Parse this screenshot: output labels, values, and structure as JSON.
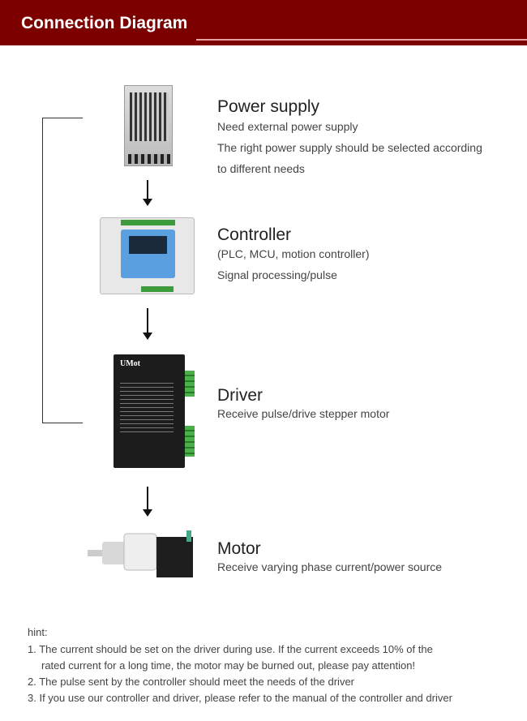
{
  "header": {
    "title": "Connection Diagram",
    "bg_color": "#7c0000"
  },
  "steps": [
    {
      "title": "Power supply",
      "lines": [
        "Need external power supply",
        "The right power supply should be selected according",
        "to different needs"
      ],
      "icon": "power-supply-image"
    },
    {
      "title": "Controller",
      "lines": [
        "(PLC, MCU, motion controller)",
        "Signal processing/pulse"
      ],
      "icon": "controller-image"
    },
    {
      "title": "Driver",
      "lines": [
        "Receive pulse/drive stepper motor"
      ],
      "icon": "driver-image"
    },
    {
      "title": "Motor",
      "lines": [
        "Receive varying phase current/power source"
      ],
      "icon": "motor-image"
    }
  ],
  "driver_logo": "UMot",
  "hint": {
    "label": "hint:",
    "items": [
      "1. The current should be set on the driver during use. If the current exceeds 10% of the",
      "rated current for a long time, the motor may be burned out, please pay attention!",
      "2. The pulse sent by the controller should meet the needs of the driver",
      "3. If you use our controller and driver, please refer to the manual of the controller and driver"
    ]
  }
}
